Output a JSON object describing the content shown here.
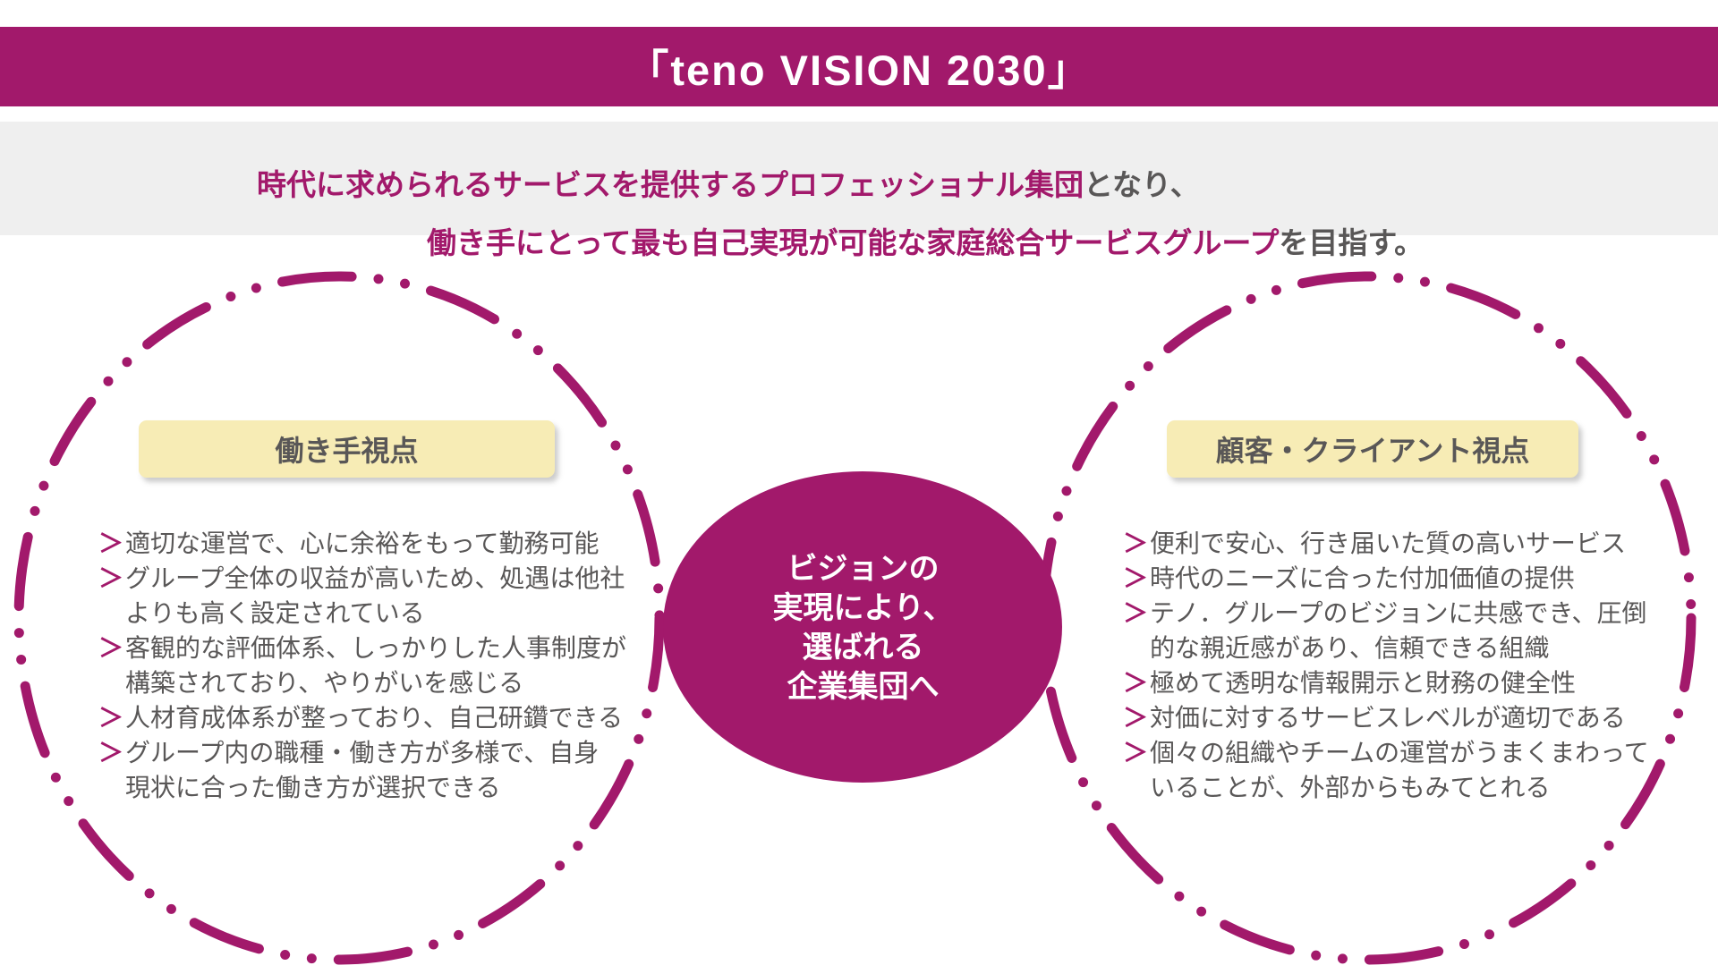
{
  "colors": {
    "magenta": "#a2196b",
    "cream": "#f7ecb5",
    "gray-text": "#595757",
    "band-gray": "#efefef"
  },
  "chevron": "＞",
  "banner": {
    "title": "「teno VISION 2030」"
  },
  "subtitle": {
    "line1_highlight": "時代に求められるサービスを提供するプロフェッショナル集団",
    "line1_suffix": "となり、",
    "line2_highlight": "働き手にとって最も自己実現が可能な家庭総合サービスグループ",
    "line2_suffix": "を目指す。"
  },
  "left_panel": {
    "label": "働き手視点",
    "items": [
      "適切な運営で、心に余裕をもって勤務可能",
      "グループ全体の収益が高いため、処遇は他社\nよりも高く設定されている",
      "客観的な評価体系、しっかりした人事制度が\n構築されており、やりがいを感じる",
      "人材育成体系が整っており、自己研鑽できる",
      "グループ内の職種・働き方が多様で、自身\n現状に合った働き方が選択できる"
    ]
  },
  "right_panel": {
    "label": "顧客・クライアント視点",
    "items": [
      "便利で安心、行き届いた質の高いサービス",
      "時代のニーズに合った付加価値の提供",
      "テノ．グループのビジョンに共感でき、圧倒\n的な親近感があり、信頼できる組織",
      "極めて透明な情報開示と財務の健全性",
      "対価に対するサービスレベルが適切である",
      "個々の組織やチームの運営がうまくまわって\nいることが、外部からもみてとれる"
    ]
  },
  "center": {
    "text": "ビジョンの\n実現により、\n選ばれる\n企業集団へ"
  }
}
